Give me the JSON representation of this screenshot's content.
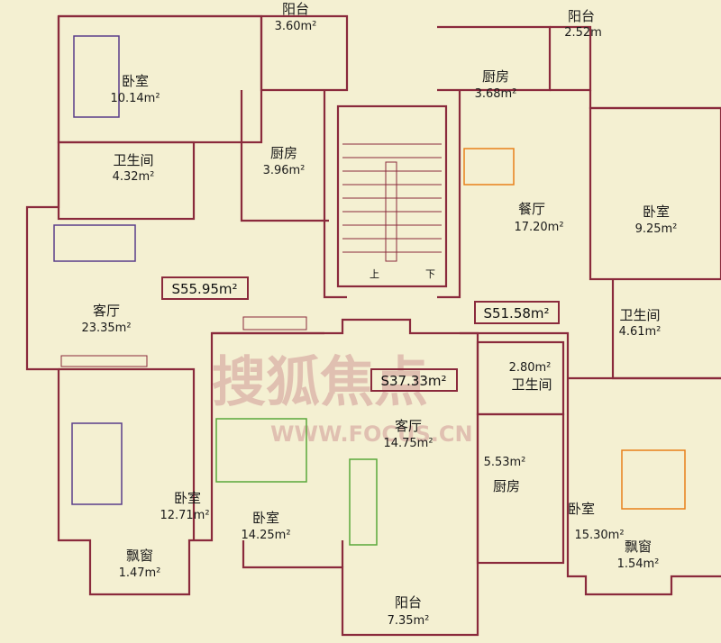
{
  "rooms": [
    {
      "name": "卧室",
      "area": "10.14m²"
    },
    {
      "name": "阳台",
      "area": "3.60m²"
    },
    {
      "name": "卫生间",
      "area": "4.32m²"
    },
    {
      "name": "厨房",
      "area": "3.96m²"
    },
    {
      "name": "客厅",
      "area": "23.35m²"
    },
    {
      "name": "卧室",
      "area": "12.71m²"
    },
    {
      "name": "飘窗",
      "area": "1.47m²"
    },
    {
      "name": "卧室",
      "area": "14.25m²"
    },
    {
      "name": "客厅",
      "area": "14.75m²"
    },
    {
      "name": "阳台",
      "area": "7.35m²"
    },
    {
      "name": "厨房",
      "area": "3.68m²"
    },
    {
      "name": "阳台",
      "area": "2.52m"
    },
    {
      "name": "餐厅",
      "area": "17.20m²"
    },
    {
      "name": "卧室",
      "area": "9.25m²"
    },
    {
      "name": "卫生间",
      "area": "4.61m²"
    },
    {
      "name": "卫生间",
      "area": "2.80m²"
    },
    {
      "name": "厨房",
      "area": "5.53m²"
    },
    {
      "name": "卧室",
      "area": "15.30m²"
    },
    {
      "name": "飘窗",
      "area": "1.54m²"
    }
  ],
  "totals": {
    "left": "S55.95m²",
    "right": "S51.58m²",
    "middle": "S37.33m²"
  },
  "stairs": {
    "up": "上",
    "down": "下"
  },
  "watermark": {
    "logo": "搜狐焦点",
    "url": "WWW.FOCUS.CN"
  },
  "colors": {
    "wall": "#8a2a3c",
    "background": "#f4f0d2",
    "furniture_purple": "#5a3d8a",
    "furniture_green": "#5aa83a",
    "furniture_orange": "#e8801a"
  }
}
